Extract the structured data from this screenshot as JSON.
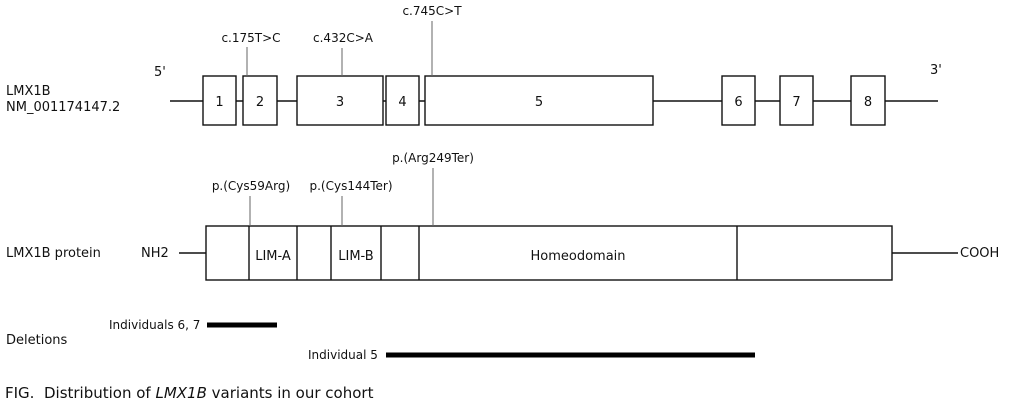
{
  "gene": {
    "name": "LMX1B",
    "transcript": "NM_001174147.2",
    "five_prime": "5'",
    "three_prime": "3'",
    "exons": [
      "1",
      "2",
      "3",
      "4",
      "5",
      "6",
      "7",
      "8"
    ]
  },
  "dna_variants": [
    "c.175T>C",
    "c.432C>A",
    "c.745C>T"
  ],
  "protein": {
    "label": "LMX1B protein",
    "n_term": "NH2",
    "c_term": "COOH",
    "domains": [
      "LIM-A",
      "LIM-B",
      "Homeodomain"
    ],
    "variants": [
      "p.(Cys59Arg)",
      "p.(Cys144Ter)",
      "p.(Arg249Ter)"
    ]
  },
  "deletions": {
    "label": "Deletions",
    "items": [
      "Individuals 6, 7",
      "Individual 5"
    ]
  },
  "caption": {
    "prefix": "FIG.  Distribution of ",
    "gene": "LMX1B",
    "suffix": " variants in our cohort"
  }
}
